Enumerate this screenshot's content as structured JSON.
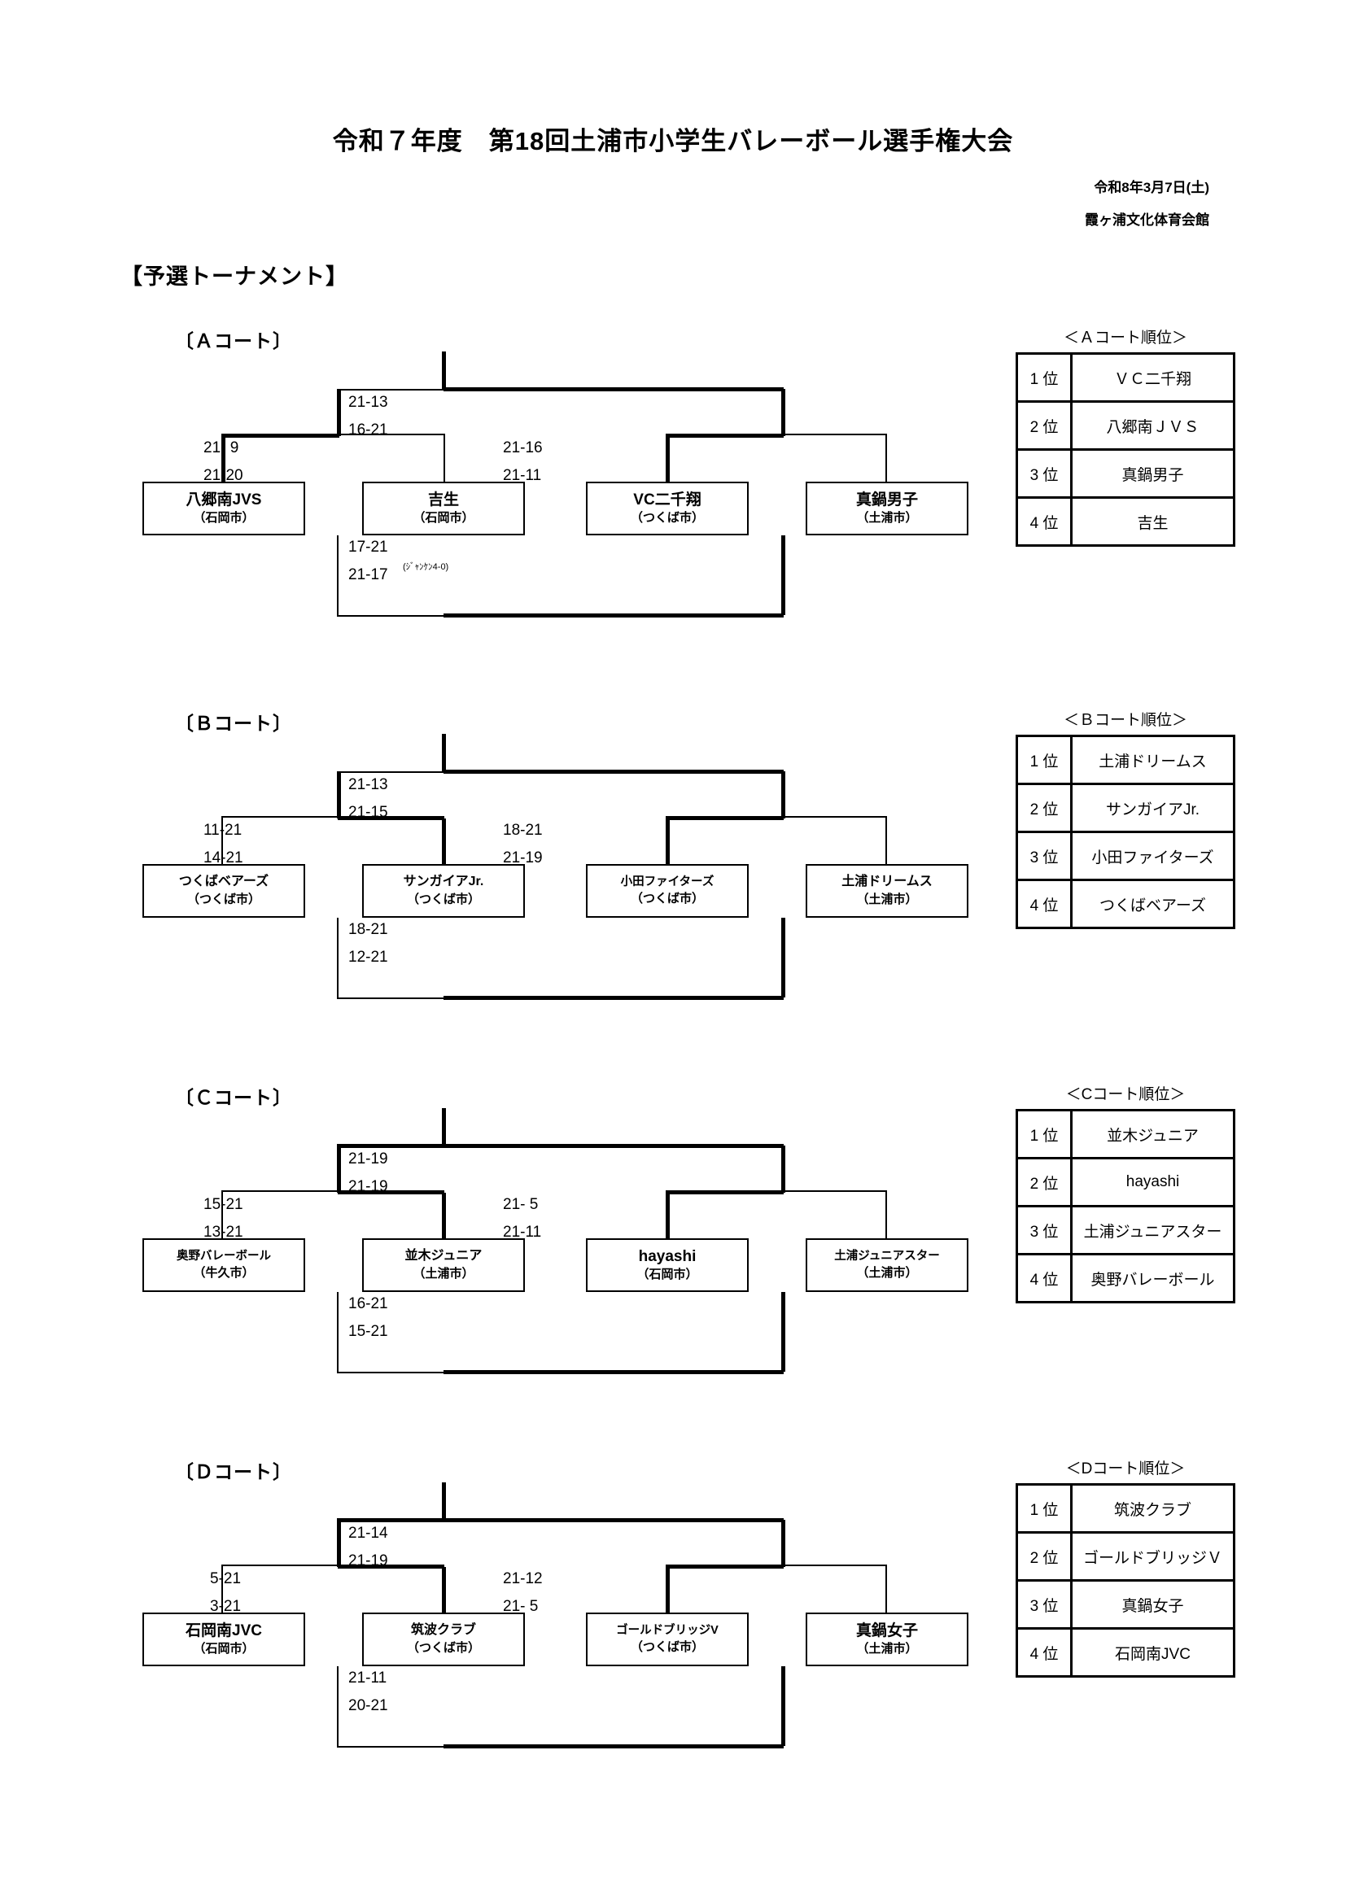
{
  "header": {
    "title": "令和７年度　第18回土浦市小学生バレーボール選手権大会",
    "date": "令和8年3月7日(土)",
    "venue": "霞ヶ浦文化体育会館",
    "section_title": "【予選トーナメント】"
  },
  "courts": [
    {
      "label": "〔Ａコート〕",
      "teams": [
        {
          "name": "八郷南JVS",
          "city": "（石岡市）"
        },
        {
          "name": "吉生",
          "city": "（石岡市）"
        },
        {
          "name": "VC二千翔",
          "city": "（つくば市）"
        },
        {
          "name": "真鍋男子",
          "city": "（土浦市）"
        }
      ],
      "semi_left": {
        "set1": "21- 9",
        "set2": "21-20"
      },
      "semi_right": {
        "set1": "21-16",
        "set2": "21-11"
      },
      "final": {
        "set1": "21-13",
        "set2": "16-21"
      },
      "third": {
        "set1": "17-21",
        "set2": "21-17",
        "note": "(ｼﾞｬﾝｹﾝ4-0)"
      },
      "rank_title": "＜Ａコート順位＞",
      "ranking": [
        {
          "pos": "1 位",
          "team": "ＶＣ二千翔"
        },
        {
          "pos": "2 位",
          "team": "八郷南ＪＶＳ"
        },
        {
          "pos": "3 位",
          "team": "真鍋男子"
        },
        {
          "pos": "4 位",
          "team": "吉生"
        }
      ]
    },
    {
      "label": "〔Ｂコート〕",
      "teams": [
        {
          "name": "つくばベアーズ",
          "city": "（つくば市）"
        },
        {
          "name": "サンガイアJr.",
          "city": "（つくば市）"
        },
        {
          "name": "小田ファイターズ",
          "city": "（つくば市）"
        },
        {
          "name": "土浦ドリームス",
          "city": "（土浦市）"
        }
      ],
      "semi_left": {
        "set1": "11-21",
        "set2": "14-21"
      },
      "semi_right": {
        "set1": "18-21",
        "set2": "21-19"
      },
      "final": {
        "set1": "21-13",
        "set2": "21-15"
      },
      "third": {
        "set1": "18-21",
        "set2": "12-21",
        "note": ""
      },
      "rank_title": "＜Ｂコート順位＞",
      "ranking": [
        {
          "pos": "1 位",
          "team": "土浦ドリームス"
        },
        {
          "pos": "2 位",
          "team": "サンガイアJr."
        },
        {
          "pos": "3 位",
          "team": "小田ファイターズ"
        },
        {
          "pos": "4 位",
          "team": "つくばベアーズ"
        }
      ]
    },
    {
      "label": "〔Ｃコート〕",
      "teams": [
        {
          "name": "奥野バレーボール",
          "city": "（牛久市）"
        },
        {
          "name": "並木ジュニア",
          "city": "（土浦市）"
        },
        {
          "name": "hayashi",
          "city": "（石岡市）"
        },
        {
          "name": "土浦ジュニアスター",
          "city": "（土浦市）"
        }
      ],
      "semi_left": {
        "set1": "15-21",
        "set2": "13-21"
      },
      "semi_right": {
        "set1": "21- 5",
        "set2": "21-11"
      },
      "final": {
        "set1": "21-19",
        "set2": "21-19"
      },
      "third": {
        "set1": "16-21",
        "set2": "15-21",
        "note": ""
      },
      "rank_title": "＜Cコート順位＞",
      "ranking": [
        {
          "pos": "1 位",
          "team": "並木ジュニア"
        },
        {
          "pos": "2 位",
          "team": "hayashi"
        },
        {
          "pos": "3 位",
          "team": "土浦ジュニアスター"
        },
        {
          "pos": "4 位",
          "team": "奥野バレーボール"
        }
      ]
    },
    {
      "label": "〔Ｄコート〕",
      "teams": [
        {
          "name": "石岡南JVC",
          "city": "（石岡市）"
        },
        {
          "name": "筑波クラブ",
          "city": "（つくば市）"
        },
        {
          "name": "ゴールドブリッジV",
          "city": "（つくば市）"
        },
        {
          "name": "真鍋女子",
          "city": "（土浦市）"
        }
      ],
      "semi_left": {
        "set1": "5-21",
        "set2": "3-21"
      },
      "semi_right": {
        "set1": "21-12",
        "set2": "21- 5"
      },
      "final": {
        "set1": "21-14",
        "set2": "21-19"
      },
      "third": {
        "set1": "21-11",
        "set2": "20-21",
        "note": ""
      },
      "rank_title": "＜Dコート順位＞",
      "ranking": [
        {
          "pos": "1 位",
          "team": "筑波クラブ"
        },
        {
          "pos": "2 位",
          "team": "ゴールドブリッジＶ"
        },
        {
          "pos": "3 位",
          "team": "真鍋女子"
        },
        {
          "pos": "4 位",
          "team": "石岡南JVC"
        }
      ]
    }
  ]
}
